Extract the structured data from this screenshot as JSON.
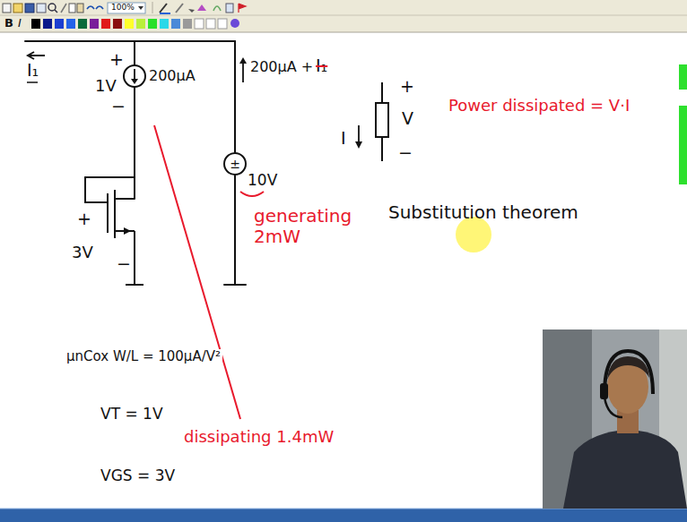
{
  "diagram": {
    "nodes": [
      {
        "text": [
          "±"
        ]
      }
    ],
    "labels": [
      "100%",
      "B",
      "I",
      "I₁",
      "+",
      "1V",
      "−",
      "200μA",
      "+",
      "3V",
      "−",
      "200μA +",
      "I₁",
      "10V",
      "generating 2mW",
      "I",
      "+",
      "V",
      "−",
      "Power dissipated = V·I",
      "Substitution theorem",
      "μnCox W/L = 100μA/V²",
      "VT = 1V",
      "VGS = 3V",
      "dissipating 1.4mW"
    ]
  }
}
